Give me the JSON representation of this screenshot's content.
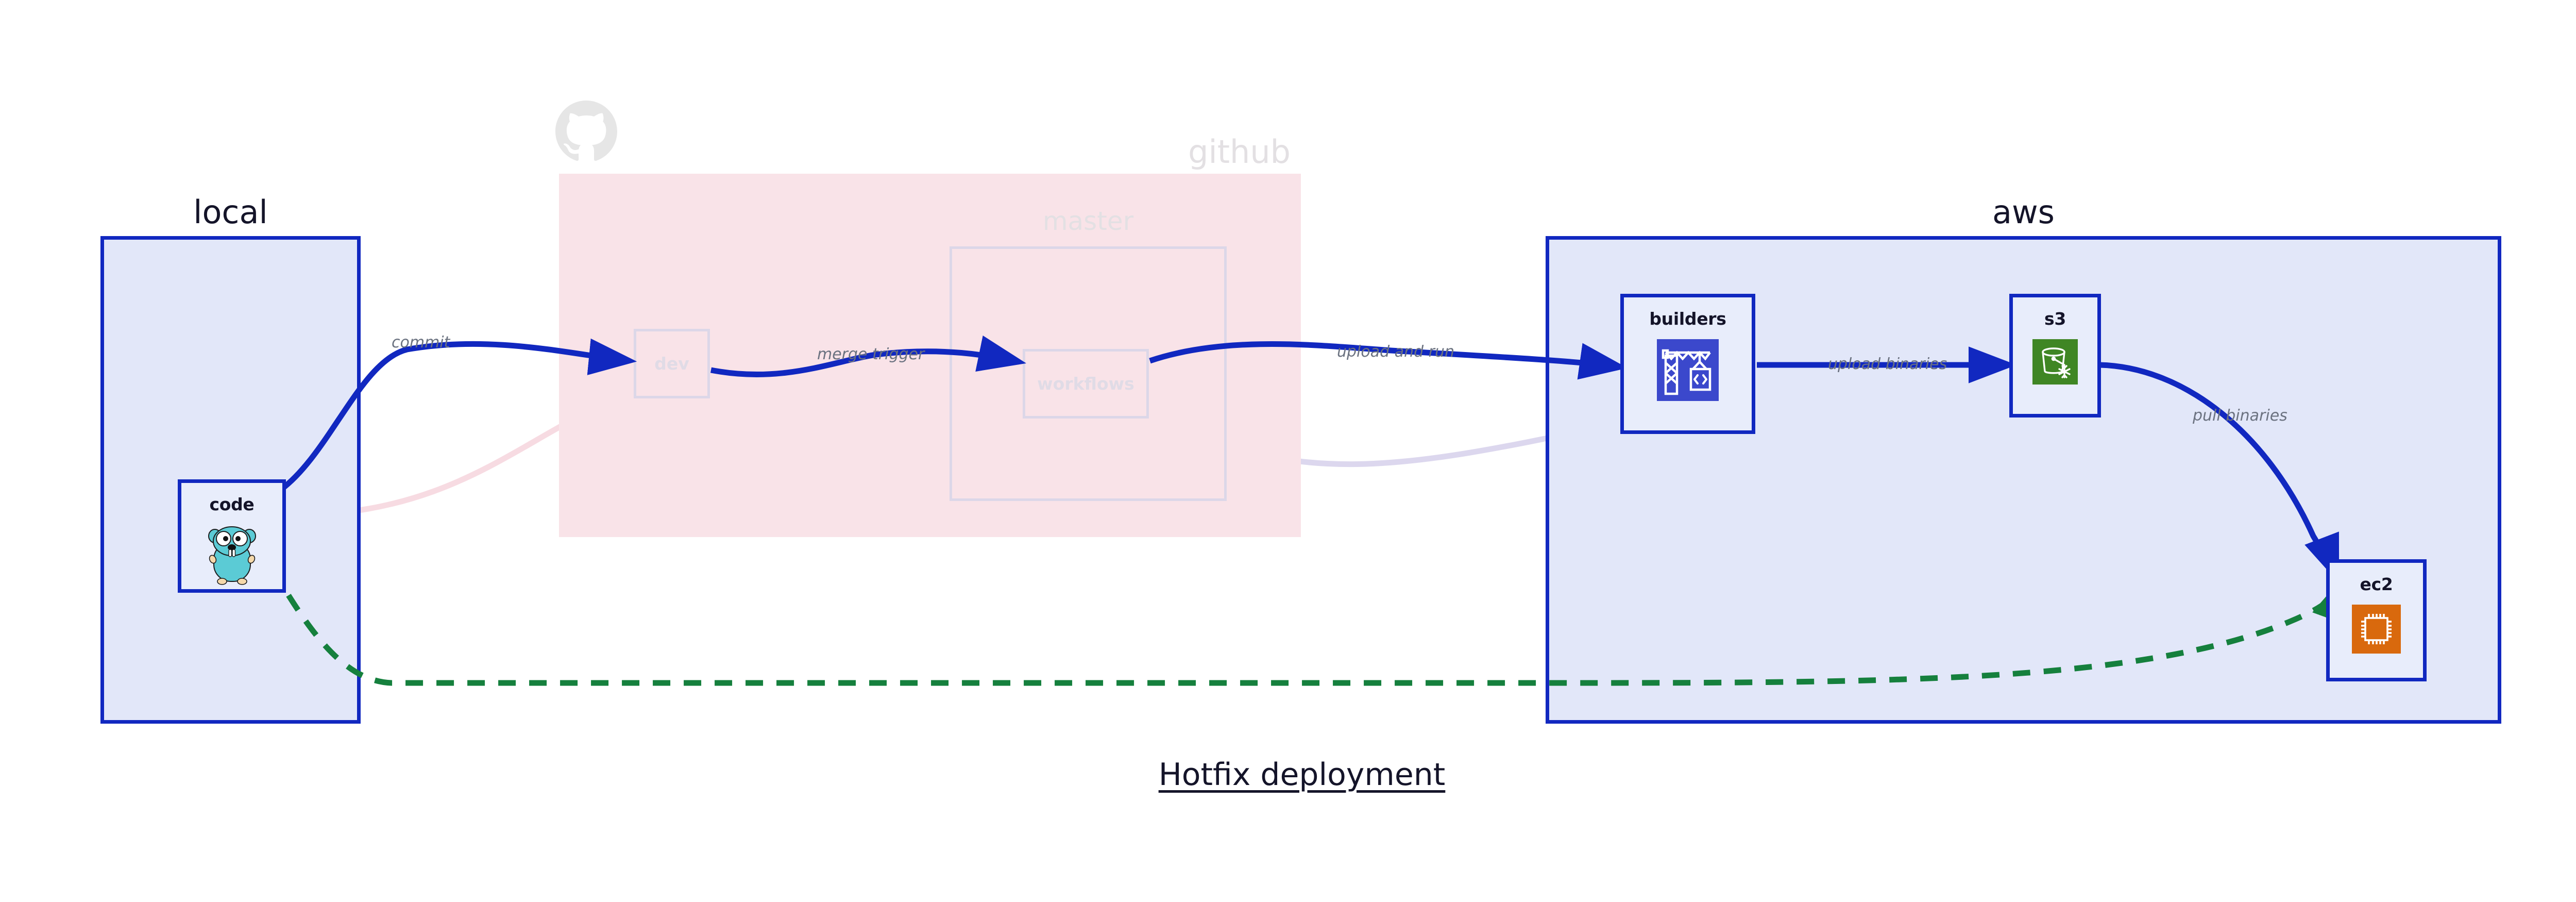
{
  "diagram": {
    "title": "Hotfix deployment",
    "colors": {
      "zone_blue_border": "#1128c0",
      "zone_blue_fill": "#e2e7f9",
      "zone_pink_fill": "#f9e3e8",
      "node_fill": "#e8edfb",
      "arrow_blue": "#1128c0",
      "arrow_green": "#15803d",
      "arrow_faded_pink": "#f7dbe2",
      "arrow_faded_lavender": "#dcd7ee",
      "label_gray": "#6b7280",
      "faded_text": "#e0dbe6",
      "title_navy": "#141429",
      "aws_codebuild_purple": "#3b48cc",
      "aws_s3_green": "#3f8624",
      "aws_ec2_orange": "#d9690d",
      "gopher_cyan": "#5bcbd5",
      "octocat_gray": "#e6e6e6"
    },
    "zones": [
      {
        "id": "local",
        "label": "local"
      },
      {
        "id": "github",
        "label": "github"
      },
      {
        "id": "aws",
        "label": "aws"
      }
    ],
    "inner_zones": [
      {
        "id": "master",
        "label": "master"
      }
    ],
    "nodes": [
      {
        "id": "code",
        "label": "code",
        "icon": "go-gopher-icon",
        "zone": "local",
        "faded": false
      },
      {
        "id": "dev",
        "label": "dev",
        "icon": "none",
        "zone": "github",
        "faded": true
      },
      {
        "id": "workflows",
        "label": "workflows",
        "icon": "none",
        "zone": "master",
        "faded": true
      },
      {
        "id": "builders",
        "label": "builders",
        "icon": "aws-codebuild-icon",
        "zone": "aws",
        "faded": false
      },
      {
        "id": "s3",
        "label": "s3",
        "icon": "aws-s3-glacier-icon",
        "zone": "aws",
        "faded": false
      },
      {
        "id": "ec2",
        "label": "ec2",
        "icon": "aws-ec2-icon",
        "zone": "aws",
        "faded": false
      }
    ],
    "edges": [
      {
        "id": "commit",
        "label": "commit",
        "from": "code",
        "to": "dev",
        "style": "solid-blue"
      },
      {
        "id": "merge-trigger",
        "label": "merge trigger",
        "from": "dev",
        "to": "workflows",
        "style": "solid-blue"
      },
      {
        "id": "upload-and-run",
        "label": "upload and run",
        "from": "workflows",
        "to": "builders",
        "style": "solid-blue"
      },
      {
        "id": "upload-binaries",
        "label": "upload binaries",
        "from": "builders",
        "to": "s3",
        "style": "solid-blue"
      },
      {
        "id": "pull-binaries",
        "label": "pull binaries",
        "from": "s3",
        "to": "ec2",
        "style": "solid-blue"
      },
      {
        "id": "hotfix-direct",
        "label": "",
        "from": "code",
        "to": "ec2",
        "style": "dashed-green"
      }
    ],
    "background_edges": [
      {
        "id": "bg-code-to-dev",
        "style": "faded-pink"
      },
      {
        "id": "bg-dev-to-workflows",
        "style": "faded-lavender"
      },
      {
        "id": "bg-workflows-to-builders",
        "style": "faded-lavender"
      }
    ],
    "logos": [
      {
        "id": "github-octocat",
        "icon": "github-octocat-icon"
      }
    ]
  }
}
